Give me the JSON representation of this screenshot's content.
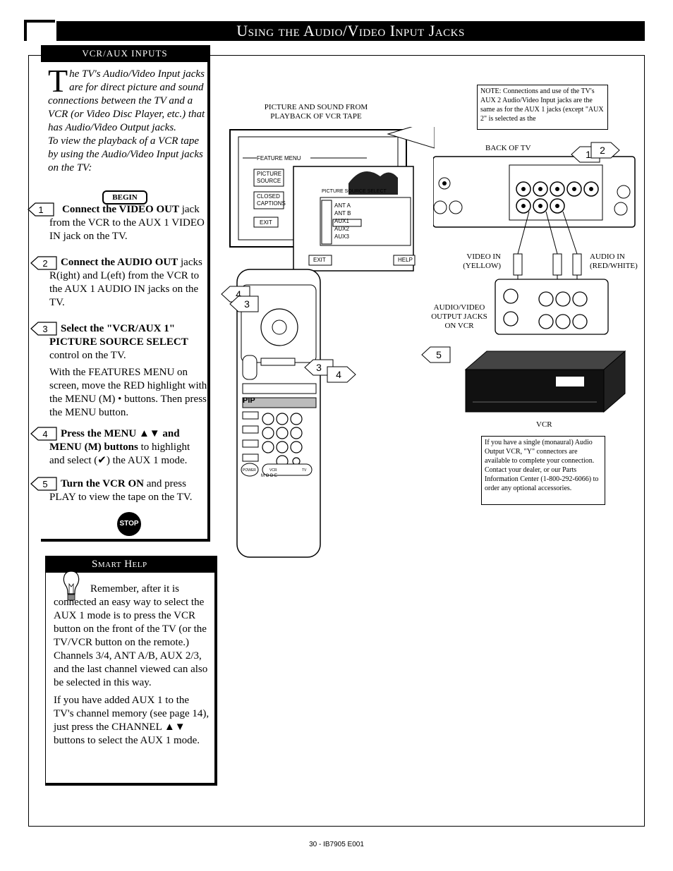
{
  "header": {
    "title": "Using the Audio/Video Input Jacks"
  },
  "left": {
    "tab": "VCR/AUX INPUTS",
    "intro_drop": "T",
    "intro": "he TV's Audio/Video Input jacks are for direct picture and sound connections between the TV and a VCR (or Video Disc Player, etc.) that has Audio/Video Output jacks.",
    "intro2": "To view the playback of a VCR tape by using the Audio/Video Input jacks on the TV:",
    "begin": "BEGIN",
    "step1_bold": "Connect the VIDEO OUT",
    "step1_text": " jack from the VCR to the AUX 1 VIDEO IN jack on the TV.",
    "step2_bold": "Connect the AUDIO OUT",
    "step2_text": " jacks R(ight) and L(eft) from the VCR to the AUX 1 AUDIO IN jacks on the TV.",
    "step3_bold": "Select the \"VCR/AUX 1\" PICTURE SOURCE SELECT",
    "step3_text": " control on the TV.",
    "step3_detail": "With the FEATURES MENU on screen, move the RED highlight with the MENU (M) • buttons. Then press the MENU button.",
    "step4_bold": "Press the MENU ▲▼ and MENU (M) buttons",
    "step4_text": " to highlight and select (✔) the AUX 1 mode.",
    "step5_bold": "Turn the VCR ON",
    "step5_text": " and press PLAY to view the tape on the TV.",
    "stop": "STOP"
  },
  "smart_help": {
    "title": "Smart Help",
    "p1": "Remember, after it is connected an easy way to select the AUX 1 mode is to press the VCR button on the front of the TV (or the TV/VCR button on the remote.) Channels 3/4, ANT A/B, AUX 2/3, and the last channel viewed can also be selected in this way.",
    "p2": "If you have added AUX 1 to the TV's channel memory (see page 14), just press the CHANNEL ▲▼ buttons to select the AUX 1 mode."
  },
  "diagram": {
    "caption_picture": "PICTURE AND SOUND FROM PLAYBACK OF VCR TAPE",
    "note_top": "NOTE: Connections and use of the TV's AUX 2 Audio/Video Input jacks are the same as for the AUX 1 jacks (except \"AUX 2\" is selected as the",
    "back_of_tv": "BACK OF TV",
    "video_in": "VIDEO IN (YELLOW)",
    "audio_in": "AUDIO IN (RED/WHITE)",
    "av_output": "AUDIO/VIDEO OUTPUT JACKS ON VCR",
    "vcr_label": "VCR",
    "note_bottom": "If you have a single (monaural) Audio Output VCR, \"Y\" connectors are available to complete your connection. Contact your dealer, or our Parts Information Center (1-800-292-6066) to order any optional accessories.",
    "menu": {
      "features": "FEATURE MENU",
      "picture": "PICTURE",
      "source": "SOURCE",
      "closed": "CLOSED",
      "captions": "CAPTIONS",
      "exit": "EXIT",
      "pss": "PICTURE SOURCE SELECT",
      "opt1": "ANT A",
      "opt2": "ANT B",
      "opt3": "AUX1",
      "opt4": "AUX2",
      "opt5": "AUX3",
      "exit2": "EXIT",
      "help": "HELP"
    },
    "remote": {
      "pip": "PIP",
      "mode": "M O D E",
      "power": "POWER",
      "vcr": "VCR",
      "tv": "TV"
    },
    "markers": [
      "1",
      "2",
      "3",
      "4",
      "5"
    ]
  },
  "footer": "30 - IB7905 E001"
}
